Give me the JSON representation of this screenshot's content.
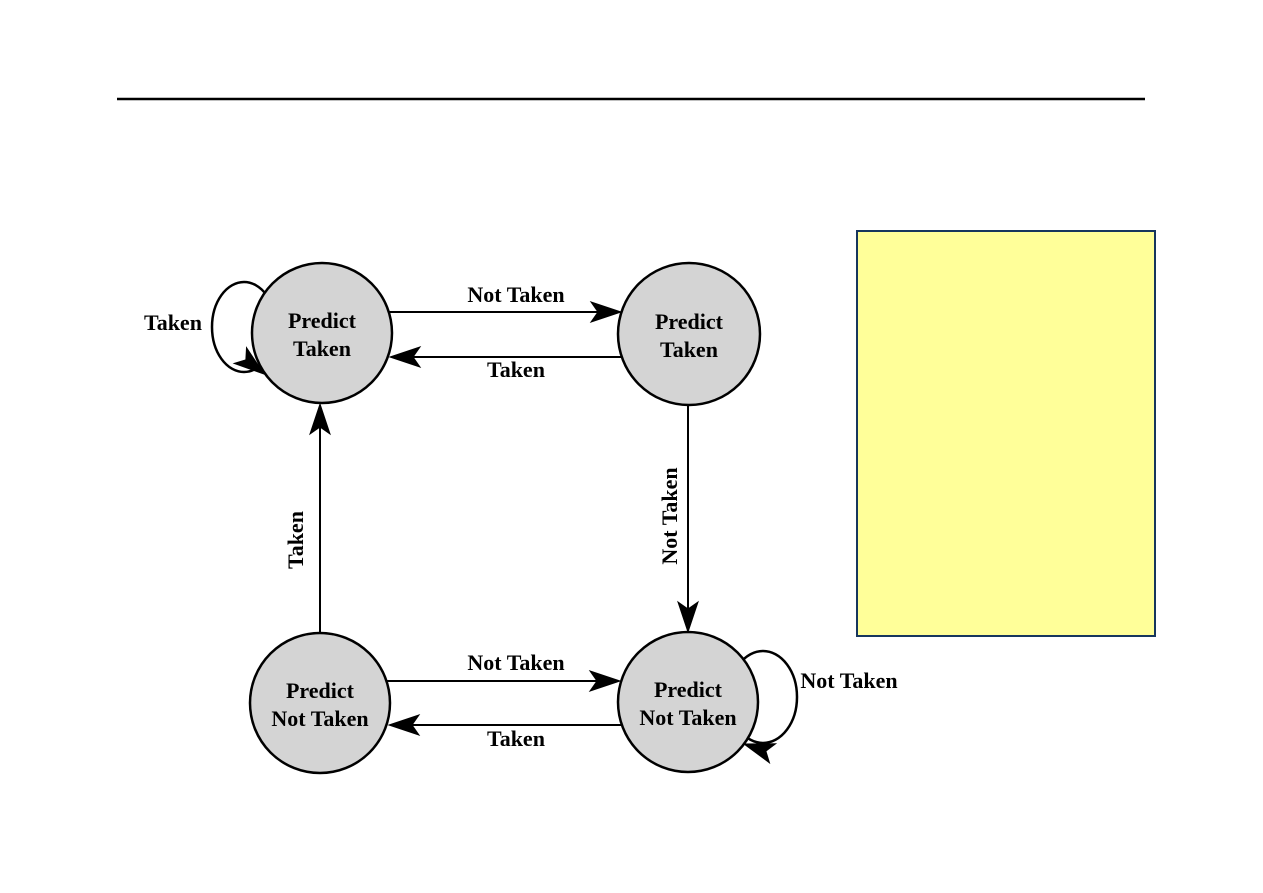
{
  "page": {
    "background": "#ffffff"
  },
  "top_rule": {
    "color": "#000000"
  },
  "note_box": {
    "fill": "#ffff99",
    "border": "#17365d"
  },
  "diagram": {
    "type": "state-machine",
    "description": "2-bit branch predictor finite state machine",
    "states": {
      "top_left": {
        "line1": "Predict",
        "line2": "Taken"
      },
      "top_right": {
        "line1": "Predict",
        "line2": "Taken"
      },
      "bottom_left": {
        "line1": "Predict",
        "line2": "Not Taken"
      },
      "bottom_right": {
        "line1": "Predict",
        "line2": "Not Taken"
      }
    },
    "edge_labels": {
      "self_loop_top_left": "Taken",
      "top_forward": "Not Taken",
      "top_back": "Taken",
      "left_up": "Taken",
      "right_down": "Not Taken",
      "bottom_forward": "Not Taken",
      "bottom_back": "Taken",
      "self_loop_bottom_right": "Not Taken"
    },
    "colors": {
      "state_fill": "#d4d4d4",
      "state_stroke": "#000000",
      "edge_color": "#000000"
    }
  }
}
